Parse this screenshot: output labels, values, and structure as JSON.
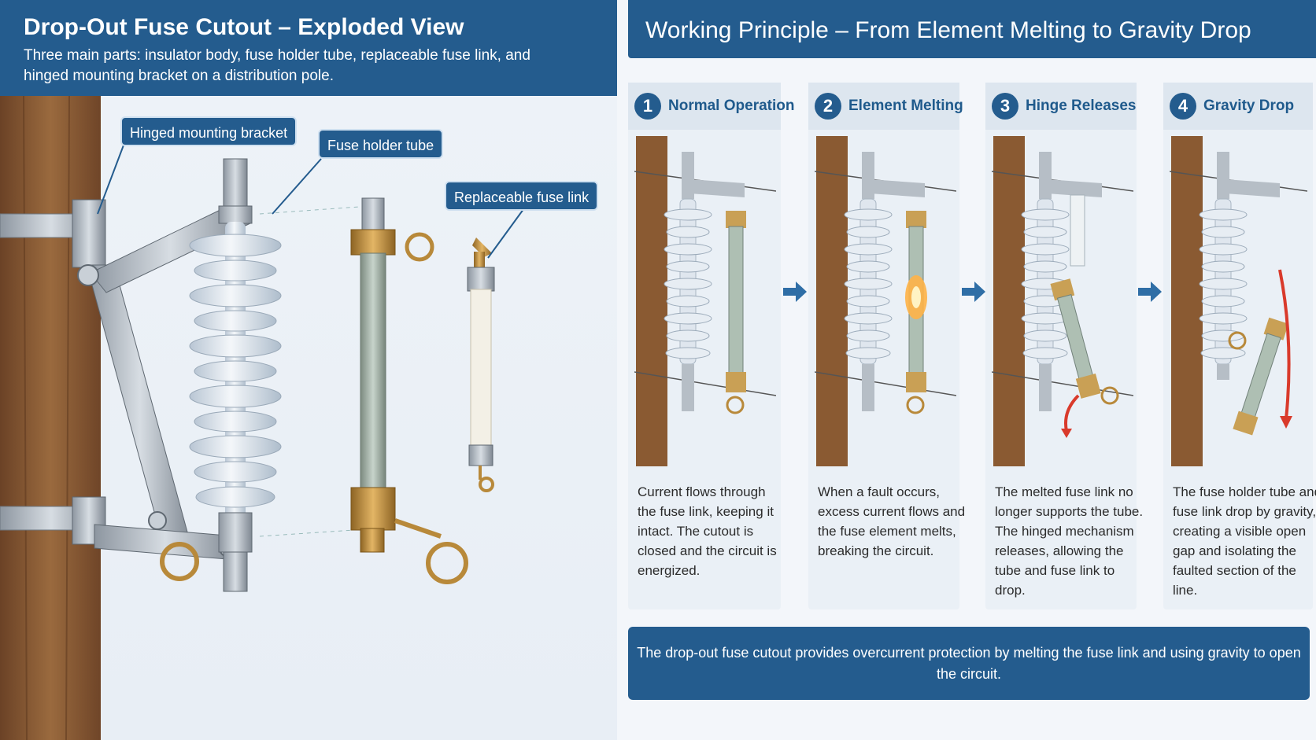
{
  "left": {
    "title": "Drop-Out Fuse Cutout – Exploded View",
    "subtitle": "Three main parts: insulator body, fuse holder tube, replaceable fuse link, and hinged mounting bracket on a distribution pole.",
    "callouts": {
      "bracket": "Hinged mounting bracket",
      "tube": "Fuse holder tube",
      "link": "Replaceable fuse link"
    }
  },
  "right": {
    "title": "Working Principle – From Element Melting to Gravity Drop",
    "steps": [
      {
        "num": "1",
        "title": "Normal Operation",
        "text": "Current flows through the fuse link, keeping it intact. The cutout is closed and the circuit is energized."
      },
      {
        "num": "2",
        "title": "Element Melting",
        "text": "When a fault occurs, excess current flows and the fuse element melts, breaking the circuit."
      },
      {
        "num": "3",
        "title": "Hinge Releases",
        "text": "The melted fuse link no longer supports the tube. The hinged mechanism releases, allowing the tube and fuse link to drop."
      },
      {
        "num": "4",
        "title": "Gravity Drop",
        "text": "The fuse holder tube and fuse link drop by gravity, creating a visible open gap and isolating the faulted section of the line."
      }
    ],
    "summary": "The drop-out fuse cutout provides overcurrent protection by melting the fuse link and using gravity to open the circuit."
  },
  "colors": {
    "primary": "#245c8e",
    "brass": "#b8893a",
    "wood": "#8a5a32",
    "porcelain": "#dfe6ee",
    "fault": "#d93a2b"
  }
}
